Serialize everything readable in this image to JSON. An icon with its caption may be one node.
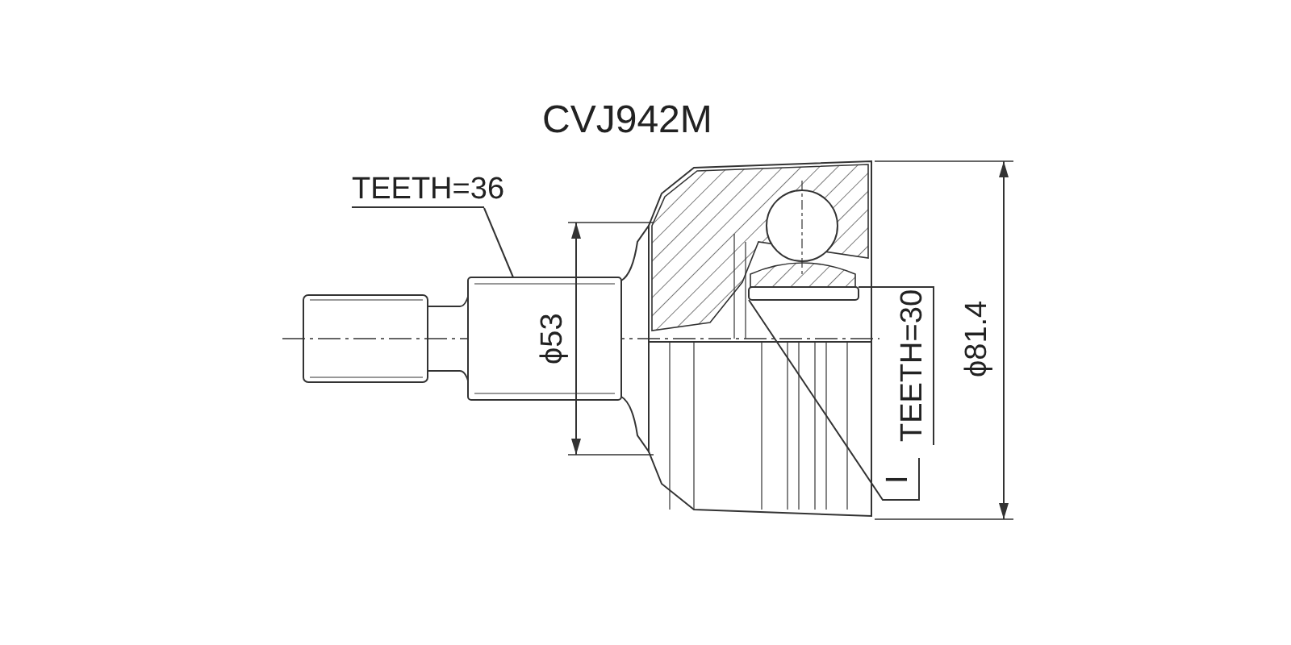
{
  "diagram": {
    "title": "CVJ942M",
    "nodes": [
      {
        "text": [
          "TEETH=36"
        ]
      },
      {
        "text": [],
        "shape": "picture"
      },
      {
        "text": [],
        "shape": "picture"
      },
      {
        "text": [
          "TEETH=30"
        ]
      },
      {
        "text": [
          "I"
        ]
      }
    ],
    "edges": [
      {
        "from": 0,
        "to": 1,
        "arrow": "none"
      },
      {
        "from": 3,
        "to": 2,
        "arrow": "none"
      },
      {
        "from": 4,
        "to": 2,
        "arrow": "none"
      }
    ],
    "labels": [
      "ϕ53",
      "ϕ81.4"
    ]
  }
}
